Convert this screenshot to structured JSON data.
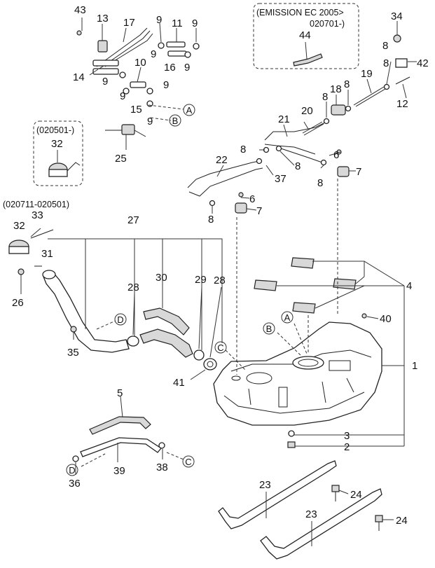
{
  "part_numbers": {
    "p1": "1",
    "p2": "2",
    "p3": "3",
    "p4": "4",
    "p5": "5",
    "p6a": "6",
    "p6b": "6",
    "p7a": "7",
    "p7b": "7",
    "p8a": "8",
    "p8b": "8",
    "p8c": "8",
    "p8d": "8",
    "p8e": "8",
    "p8f": "8",
    "p8g": "8",
    "p8h": "8",
    "p9a": "9",
    "p9b": "9",
    "p9c": "9",
    "p9d": "9",
    "p9e": "9",
    "p9f": "9",
    "p9g": "9",
    "p9h": "9",
    "p10": "10",
    "p11": "11",
    "p12": "12",
    "p13": "13",
    "p14": "14",
    "p15": "15",
    "p16": "16",
    "p17": "17",
    "p18": "18",
    "p19": "19",
    "p20": "20",
    "p21": "21",
    "p22": "22",
    "p23a": "23",
    "p23b": "23",
    "p24a": "24",
    "p24b": "24",
    "p25": "25",
    "p26": "26",
    "p27": "27",
    "p28a": "28",
    "p28b": "28",
    "p29": "29",
    "p30": "30",
    "p31": "31",
    "p32a": "32",
    "p32b": "32",
    "p33": "33",
    "p34": "34",
    "p35": "35",
    "p36": "36",
    "p37": "37",
    "p38": "38",
    "p39": "39",
    "p40": "40",
    "p41": "41",
    "p42": "42",
    "p43": "43",
    "p44": "44"
  },
  "refs": {
    "a1": "A",
    "a2": "A",
    "b1": "B",
    "b2": "B",
    "c1": "C",
    "c2": "C",
    "d1": "D",
    "d2": "D"
  },
  "notes": {
    "emission_line1": "(EMISSION EC 2005>",
    "emission_line2": "020701-)",
    "box_020501": "(020501-)",
    "range_020711": "(020711-020501)"
  }
}
